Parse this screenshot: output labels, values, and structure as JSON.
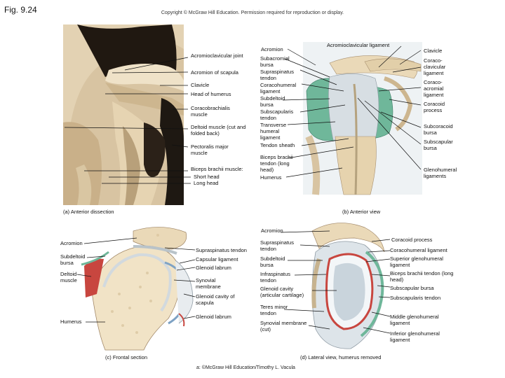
{
  "figure_number": "Fig. 9.24",
  "copyright_top": "Copyright © McGraw Hill Education. Permission required for reproduction or display.",
  "credit_bottom": "a: ©McGraw Hill Education/Timothy L. Vacula",
  "panel_a": {
    "caption": "(a) Anterior dissection",
    "labels": [
      "Acromioclavicular joint",
      "Acromion of scapula",
      "Clavicle",
      "Head of humerus",
      "Coracobrachialis muscle",
      "Deltoid muscle (cut and folded back)",
      "Pectoralis major muscle",
      "Biceps brachii muscle:",
      "Short head",
      "Long head"
    ]
  },
  "panel_b": {
    "caption": "(b) Anterior view",
    "top_labels": [
      "Acromion",
      "Acromioclavicular ligament"
    ],
    "left_labels": [
      "Subacromial bursa",
      "Supraspinatus tendon",
      "Coracohumeral ligament",
      "Subdeltoid bursa",
      "Subscapularis tendon",
      "Transverse humeral ligament",
      "Tendon sheath",
      "Biceps brachii tendon (long head)",
      "Humerus"
    ],
    "right_labels": [
      "Clavicle",
      "Coraco-clavicular ligament",
      "Coraco-acromial ligament",
      "Coracoid process",
      "Subcoracoid bursa",
      "Subscapular bursa",
      "Glenohumeral ligaments"
    ]
  },
  "panel_c": {
    "caption": "(c) Frontal section",
    "left_labels": [
      "Acromion",
      "Subdeltoid bursa",
      "Deltoid muscle",
      "Humerus"
    ],
    "right_labels": [
      "Supraspinatus tendon",
      "Capsular ligament",
      "Glenoid labrum",
      "Synovial membrane",
      "Glenoid cavity of scapula",
      "Glenoid labrum"
    ]
  },
  "panel_d": {
    "caption": "(d) Lateral view, humerus removed",
    "top_label": "Acromion",
    "left_labels": [
      "Supraspinatus tendon",
      "Subdeltoid bursa",
      "Infraspinatus tendon",
      "Glenoid cavity (articular cartilage)",
      "Teres minor tendon",
      "Synovial membrane (cut)"
    ],
    "right_labels": [
      "Coracoid process",
      "Coracohumeral ligament",
      "Superior glenohumeral ligament",
      "Biceps brachii tendon (long head)",
      "Subscapular bursa",
      "Subscapularis tendon",
      "Middle glenohumeral ligament",
      "Inferior glenohumeral ligament"
    ]
  },
  "colors": {
    "bone": "#ead9b8",
    "cartilage": "#cfd6dc",
    "muscle": "#c8463f",
    "bursa": "#6fb79a",
    "ligament": "#bfc9cf",
    "photo_dark": "#1a1410"
  }
}
